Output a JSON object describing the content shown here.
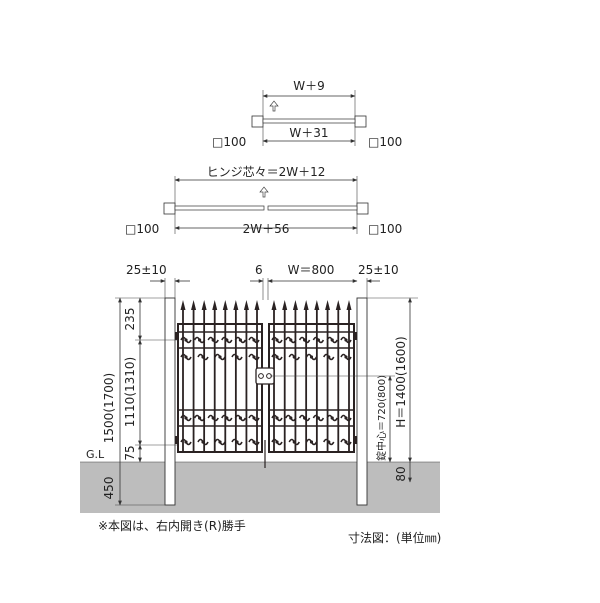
{
  "plan_single": {
    "top_dim": "W＋9",
    "bottom_dim": "W＋31",
    "left_post": "□100",
    "right_post": "□100"
  },
  "plan_double": {
    "top_dim": "ヒンジ芯々＝2W＋12",
    "bottom_dim": "2W＋56",
    "left_post": "□100",
    "right_post": "□100"
  },
  "elevation": {
    "left_gap": "25±10",
    "center_gap": "6",
    "leaf_width": "W＝800",
    "right_gap": "25±10",
    "post_height": "1500(1700)",
    "top_ornament": "235",
    "leaf_height": "1110(1310)",
    "bottom_gap": "75",
    "ground_label": "G.L",
    "embed_depth": "450",
    "lock_center": "錠中心＝720(800)",
    "total_height": "H＝1400(1600)",
    "ground_clearance": "80"
  },
  "notes": {
    "left_note": "※本図は、右内開き(R)勝手",
    "right_note": "寸法図：(単位㎜)"
  }
}
